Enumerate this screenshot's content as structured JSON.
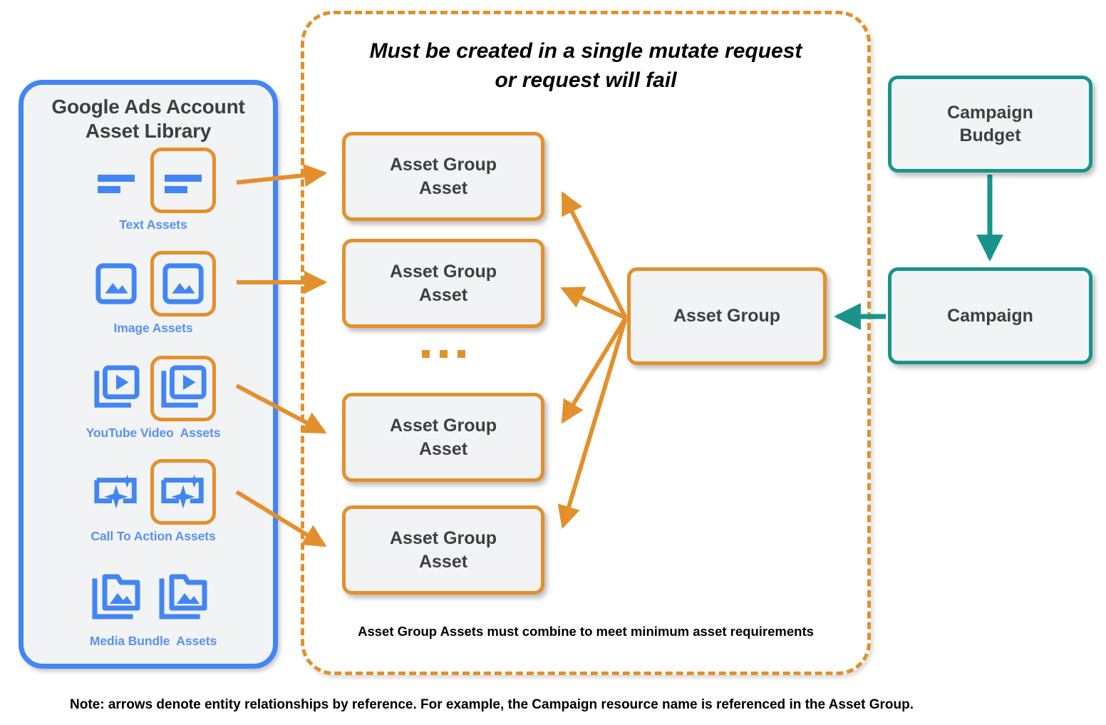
{
  "library": {
    "title_line1": "Google Ads Account",
    "title_line2": "Asset Library",
    "items": [
      {
        "label": "Text Assets",
        "icon": "text-asset-icon"
      },
      {
        "label": "Image Assets",
        "icon": "image-asset-icon"
      },
      {
        "label": "YouTube Video  Assets",
        "icon": "youtube-video-asset-icon"
      },
      {
        "label": "Call To Action Assets",
        "icon": "call-to-action-asset-icon"
      },
      {
        "label": "Media Bundle  Assets",
        "icon": "media-bundle-asset-icon"
      }
    ]
  },
  "mutate_container": {
    "title_line1": "Must be created in a single mutate request",
    "title_line2": "or request will fail",
    "footnote": "Asset Group Assets must combine to meet minimum asset requirements",
    "asset_group_assets": [
      {
        "line1": "Asset Group",
        "line2": "Asset"
      },
      {
        "line1": "Asset Group",
        "line2": "Asset"
      },
      {
        "line1": "Asset Group",
        "line2": "Asset"
      },
      {
        "line1": "Asset Group",
        "line2": "Asset"
      }
    ],
    "ellipsis": "..."
  },
  "nodes": {
    "asset_group": "Asset Group",
    "campaign_budget_line1": "Campaign",
    "campaign_budget_line2": "Budget",
    "campaign": "Campaign"
  },
  "footer": {
    "note": "Note: arrows denote entity relationships by reference. For example, the Campaign resource name is referenced in the Asset Group."
  },
  "colors": {
    "orange": "#E3902C",
    "teal": "#17958A",
    "blue": "#4285F4",
    "label_blue": "#5a91f0",
    "node_fill": "#f1f3f4",
    "text_dark": "#3c4043"
  }
}
